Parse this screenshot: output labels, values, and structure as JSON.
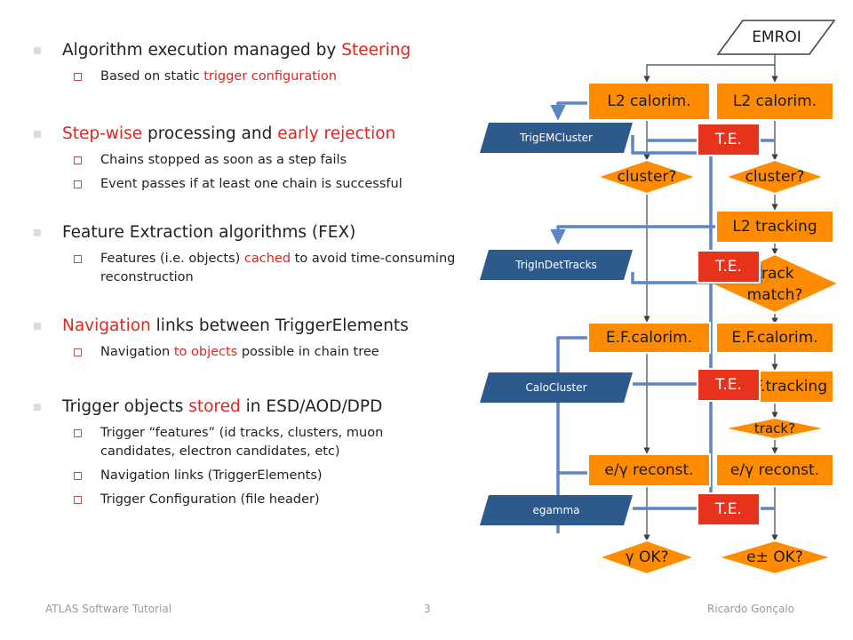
{
  "bullets": [
    {
      "parts": [
        "Algorithm execution managed by ",
        "Steering",
        ""
      ],
      "subs": [
        {
          "parts": [
            "Based on static ",
            "trigger configuration",
            ""
          ]
        }
      ]
    },
    {
      "parts": [
        "",
        "Step-wise",
        " processing and ",
        "early rejection",
        ""
      ],
      "subs": [
        {
          "parts": [
            "Chains stopped as soon as a step fails"
          ]
        },
        {
          "parts": [
            "Event passes if at least one chain is successful"
          ]
        }
      ]
    },
    {
      "parts": [
        "Feature Extraction algorithms (FEX)"
      ],
      "subs": [
        {
          "parts": [
            "Features (i.e. objects) ",
            "cached",
            " to avoid time-consuming reconstruction"
          ]
        }
      ]
    },
    {
      "parts": [
        "",
        "Navigation",
        " links between TriggerElements"
      ],
      "subs": [
        {
          "parts": [
            "Navigation ",
            "to objects",
            " possible in chain tree"
          ]
        }
      ]
    },
    {
      "parts": [
        "Trigger objects ",
        "stored",
        " in ESD/AOD/DPD"
      ],
      "subs": [
        {
          "parts": [
            "Trigger “features” (id tracks, clusters, muon candidates, electron candidates, etc)"
          ]
        },
        {
          "parts": [
            "Navigation links (TriggerElements)"
          ]
        },
        {
          "parts": [
            "Trigger Configuration (file header)"
          ]
        }
      ]
    }
  ],
  "footer": {
    "left": "ATLAS Software Tutorial",
    "page": "3",
    "right": "Ricardo Gonçalo"
  },
  "flow": {
    "emroi": "EMROI",
    "left_chain": {
      "calo": "L2 calorim.",
      "cluster": "cluster?",
      "ef_calo": "E.F.calorim.",
      "reco": "e/γ reconst.",
      "ok": "γ OK?"
    },
    "right_chain": {
      "calo": "L2 calorim.",
      "cluster": "cluster?",
      "tracking": "L2 tracking",
      "match": "track match?",
      "ef_calo": "E.F.calorim.",
      "ef_tracking": "E.F.tracking",
      "track": "track?",
      "reco": "e/γ reconst.",
      "ok": "e± OK?"
    },
    "te_label": "T.E.",
    "objects": [
      "TrigEMCluster",
      "TrigInDetTracks",
      "CaloCluster",
      "egamma"
    ],
    "colors": {
      "step": "#ff8c00",
      "te": "#e8331c",
      "object": "#2e5a8b",
      "link": "#5b85c4"
    }
  }
}
